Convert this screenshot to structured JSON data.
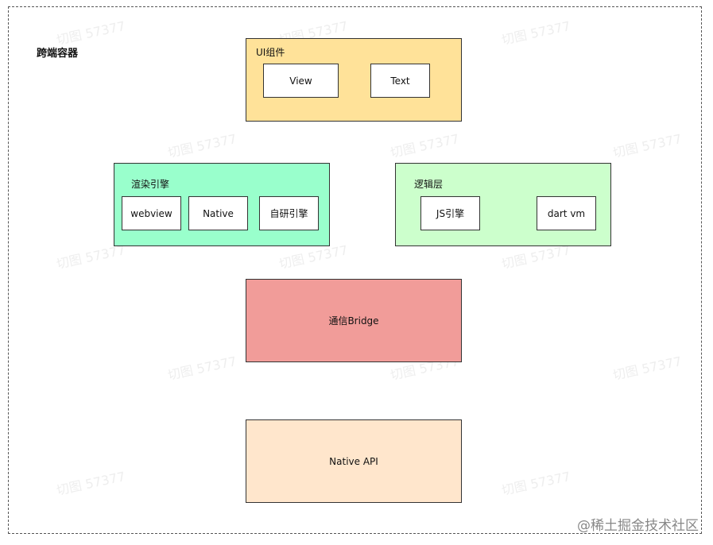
{
  "container": {
    "title": "跨端容器"
  },
  "ui_components": {
    "title": "UI组件",
    "items": [
      "View",
      "Text"
    ]
  },
  "render_engine": {
    "title": "渲染引擎",
    "items": [
      "webview",
      "Native",
      "自研引擎"
    ]
  },
  "logic_layer": {
    "title": "逻辑层",
    "items": [
      "JS引擎",
      "dart vm"
    ]
  },
  "bridge": {
    "label": "通信Bridge"
  },
  "native_api": {
    "label": "Native API"
  },
  "watermark": {
    "text": "@稀土掘金技术社区",
    "faint": "切图 57377"
  },
  "colors": {
    "ui_components": "#ffe299",
    "render_engine": "#99ffcc",
    "logic_layer": "#ccffcc",
    "bridge": "#f19c99",
    "native_api": "#ffe6cc"
  }
}
